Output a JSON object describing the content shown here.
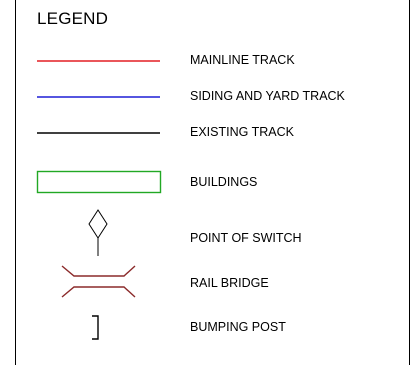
{
  "legend": {
    "title": "LEGEND",
    "items": [
      {
        "symbol": "mainline-track-line",
        "label": "MAINLINE TRACK",
        "color": "#e31e24"
      },
      {
        "symbol": "siding-yard-track-line",
        "label": "SIDING AND YARD TRACK",
        "color": "#1f1fd6"
      },
      {
        "symbol": "existing-track-line",
        "label": "EXISTING TRACK",
        "color": "#000000"
      },
      {
        "symbol": "building-rectangle",
        "label": "BUILDINGS",
        "color": "#22a824"
      },
      {
        "symbol": "point-of-switch-diamond",
        "label": "POINT OF SWITCH",
        "color": "#000000"
      },
      {
        "symbol": "rail-bridge-symbol",
        "label": "RAIL BRIDGE",
        "color": "#8b2a2a"
      },
      {
        "symbol": "bumping-post-bracket",
        "label": "BUMPING POST",
        "color": "#000000"
      }
    ]
  }
}
